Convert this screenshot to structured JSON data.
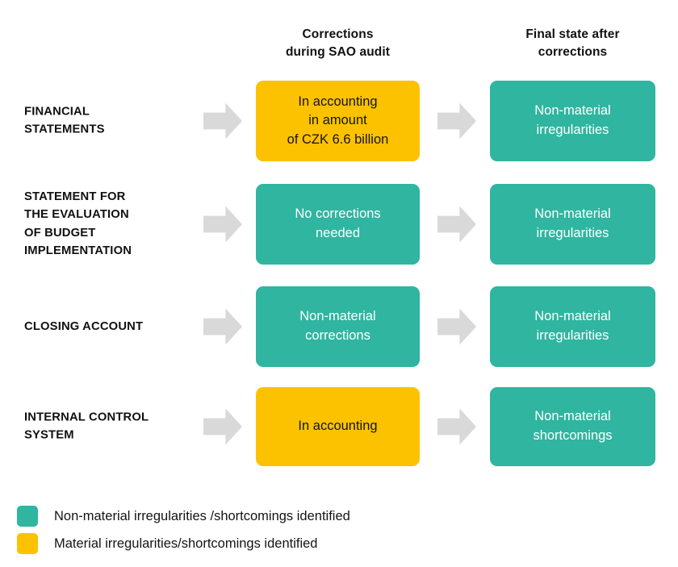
{
  "headers": {
    "row_label_column": "",
    "corrections": "Corrections\nduring SAO audit",
    "corrections_line1": "Corrections",
    "corrections_line2": "during SAO audit",
    "final": "Final state after\ncorrections",
    "final_line1": "Final state after",
    "final_line2": "corrections"
  },
  "colors": {
    "non_material": "#2FB5A0",
    "material": "#FCC200",
    "arrow": "#d9d9d9",
    "text_dark": "#141414",
    "text_light": "#ffffff",
    "background": "#ffffff"
  },
  "rows": [
    {
      "label": "FINANCIAL\nSTATEMENTS",
      "label_line1": "FINANCIAL",
      "label_line2": "STATEMENTS",
      "corrections": {
        "text": "In accounting\nin amount\nof CZK 6.6 billion",
        "line1": "In accounting",
        "line2": "in amount",
        "line3": "of CZK 6.6 billion",
        "status": "material"
      },
      "final": {
        "text": "Non-material\nirregularities",
        "line1": "Non-material",
        "line2": "irregularities",
        "status": "non_material"
      }
    },
    {
      "label": "STATEMENT FOR\nTHE EVALUATION\nOF BUDGET\nIMPLEMENTATION",
      "label_line1": "STATEMENT FOR",
      "label_line2": "THE EVALUATION",
      "label_line3": "OF BUDGET",
      "label_line4": "IMPLEMENTATION",
      "corrections": {
        "text": "No corrections\nneeded",
        "line1": "No corrections",
        "line2": "needed",
        "status": "non_material"
      },
      "final": {
        "text": "Non-material\nirregularities",
        "line1": "Non-material",
        "line2": "irregularities",
        "status": "non_material"
      }
    },
    {
      "label": "CLOSING ACCOUNT",
      "label_line1": "CLOSING ACCOUNT",
      "corrections": {
        "text": "Non-material\ncorrections",
        "line1": "Non-material",
        "line2": "corrections",
        "status": "non_material"
      },
      "final": {
        "text": "Non-material\nirregularities",
        "line1": "Non-material",
        "line2": "irregularities",
        "status": "non_material"
      }
    },
    {
      "label": "INTERNAL CONTROL\nSYSTEM",
      "label_line1": "INTERNAL CONTROL",
      "label_line2": "SYSTEM",
      "corrections": {
        "text": "In accounting",
        "line1": "In accounting",
        "status": "material"
      },
      "final": {
        "text": "Non-material\nshortcomings",
        "line1": "Non-material",
        "line2": "shortcomings",
        "status": "non_material"
      }
    }
  ],
  "legend": [
    {
      "swatch_color": "#2FB5A0",
      "label": "Non-material irregularities /shortcomings identified",
      "status": "non_material"
    },
    {
      "swatch_color": "#FCC200",
      "label": "Material irregularities/shortcomings identified",
      "status": "material"
    }
  ]
}
